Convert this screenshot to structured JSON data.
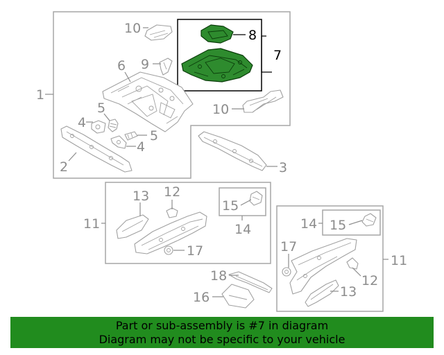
{
  "callouts": {
    "c1": "1",
    "c2": "2",
    "c3": "3",
    "c4a": "4",
    "c4b": "4",
    "c5a": "5",
    "c5b": "5",
    "c6": "6",
    "c7": "7",
    "c8": "8",
    "c9": "9",
    "c10a": "10",
    "c10b": "10",
    "c11a": "11",
    "c11b": "11",
    "c12a": "12",
    "c12b": "12",
    "c13a": "13",
    "c13b": "13",
    "c14a": "14",
    "c14b": "14",
    "c15a": "15",
    "c15b": "15",
    "c16": "16",
    "c17a": "17",
    "c17b": "17",
    "c18": "18"
  },
  "highlight": {
    "part_number": "7",
    "color": "#218c1e"
  },
  "banner": {
    "line1": "Part or sub-assembly is #7 in diagram",
    "line2": "Diagram may not be specific to your vehicle"
  }
}
